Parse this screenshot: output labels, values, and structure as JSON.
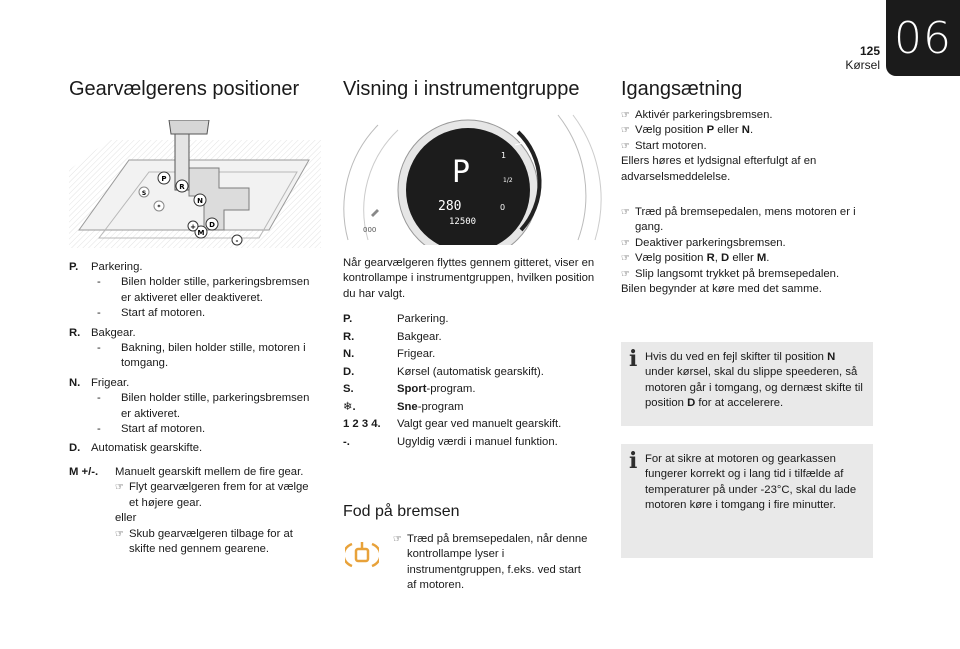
{
  "header": {
    "page_number": "125",
    "section": "Kørsel",
    "chapter": "06"
  },
  "col1": {
    "title": "Gearvælgerens positioner",
    "items": [
      {
        "key": "P.",
        "label": "Parkering.",
        "subs": [
          "Bilen holder stille, parkeringsbremsen er aktiveret eller deaktiveret.",
          "Start af motoren."
        ]
      },
      {
        "key": "R.",
        "label": "Bakgear.",
        "subs": [
          "Bakning, bilen holder stille, motoren i tomgang."
        ]
      },
      {
        "key": "N.",
        "label": "Frigear.",
        "subs": [
          "Bilen holder stille, parkeringsbremsen er aktiveret.",
          "Start af motoren."
        ]
      },
      {
        "key": "D.",
        "label": "Automatisk gearskifte.",
        "subs": []
      }
    ],
    "manual": {
      "key": "M +/-.",
      "label": "Manuelt gearskift mellem de fire gear.",
      "bullet1": "Flyt gearvælgeren frem for at vælge et højere gear.",
      "or": "eller",
      "bullet2": "Skub gearvælgeren tilbage for at skifte ned gennem gearene."
    },
    "sub_dash": "-",
    "bullet_glyph": ""
  },
  "col2": {
    "title": "Visning i instrumentgruppe",
    "gauge": {
      "gear": "P",
      "speed": "280",
      "odometer": "12500",
      "fuel_top": "1",
      "fuel_half": "1/2",
      "fuel_empty": "0",
      "icon_text": "000"
    },
    "intro": "Når gearvælgeren flyttes gennem gitteret, viser en kontrollampe i instrumentgruppen, hvilken position du har valgt.",
    "rows": [
      {
        "key": "P.",
        "value": "Parkering."
      },
      {
        "key": "R.",
        "value": "Bakgear."
      },
      {
        "key": "N.",
        "value": "Frigear."
      },
      {
        "key": "D.",
        "value": "Kørsel (automatisk gearskift)."
      },
      {
        "key": "S.",
        "value_bold": "Sport",
        "value": "-program."
      },
      {
        "key": "❄.",
        "value_bold": "Sne",
        "value": "-program"
      },
      {
        "key": "1 2 3 4.",
        "value": "Valgt gear ved manuelt gearskift."
      },
      {
        "key": "-.",
        "value": "Ugyldig værdi i manuel funktion."
      }
    ],
    "brake_title": "Fod på bremsen",
    "brake_text": "Træd på bremsepedalen, når denne kontrollampe lyser i instrumentgruppen, f.eks. ved start af motoren."
  },
  "col3": {
    "title": "Igangsætning",
    "block1": {
      "b1": "Aktivér parkeringsbremsen.",
      "b2_pre": "Vælg position ",
      "b2_p": "P",
      "b2_mid": " eller ",
      "b2_n": "N",
      "b2_end": ".",
      "b3": "Start motoren.",
      "after": "Ellers høres et lydsignal efterfulgt af en advarselsmeddelelse."
    },
    "block2": {
      "b1": "Træd på bremsepedalen, mens motoren er i gang.",
      "b2": "Deaktiver parkeringsbremsen.",
      "b3_pre": "Vælg position ",
      "b3_r": "R",
      "b3_c": ", ",
      "b3_d": "D",
      "b3_mid": " eller ",
      "b3_m": "M",
      "b3_end": ".",
      "b4": "Slip langsomt trykket på bremsepedalen.",
      "after": "Bilen begynder at køre med det samme."
    },
    "info1": {
      "icon": "i",
      "pre": "Hvis du ved en fejl skifter til position ",
      "n": "N",
      "mid": " under kørsel, skal du slippe speederen, så motoren går i tomgang, og dernæst skifte til position ",
      "d": "D",
      "end": " for at accelerere."
    },
    "info2": {
      "icon": "i",
      "text": "For at sikre at motoren og gearkassen fungerer korrekt og i lang tid i tilfælde af temperaturer på under -23°C, skal du lade motoren køre i tomgang i fire minutter."
    }
  },
  "colors": {
    "warning_amber": "#e8a23a",
    "info_bg": "#e9e9e9",
    "tab_bg": "#1b1b1b"
  }
}
